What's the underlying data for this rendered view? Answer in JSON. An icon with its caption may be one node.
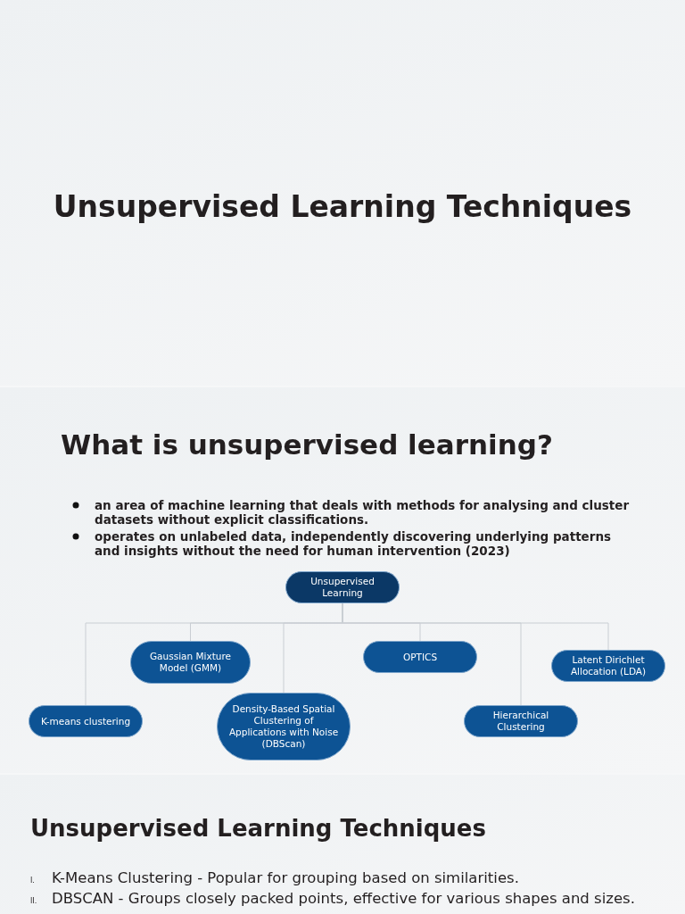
{
  "diagram": {
    "title": "Unsupervised Learning Techniques",
    "nodes": [
      {
        "text": [
          "Unsupervised Learning"
        ]
      },
      {
        "text": [
          "Gaussian Mixture Model (GMM)"
        ]
      },
      {
        "text": [
          "OPTICS"
        ]
      },
      {
        "text": [
          "Latent Dirichlet Allocation (LDA)"
        ]
      },
      {
        "text": [
          "K-means clustering"
        ]
      },
      {
        "text": [
          "Density-Based Spatial Clustering of Applications with Noise (DBScan)"
        ]
      },
      {
        "text": [
          "Hierarchical Clustering"
        ]
      }
    ],
    "edges": [
      {
        "from": 0,
        "to": 4,
        "arrow": "none"
      },
      {
        "from": 0,
        "to": 1,
        "arrow": "none"
      },
      {
        "from": 0,
        "to": 5,
        "arrow": "none"
      },
      {
        "from": 0,
        "to": 2,
        "arrow": "none"
      },
      {
        "from": 0,
        "to": 6,
        "arrow": "none"
      },
      {
        "from": 0,
        "to": 3,
        "arrow": "none"
      }
    ],
    "labels": [
      "What is unsupervised learning?",
      "an area of machine learning that deals with methods for analysing and cluster datasets without explicit classifications.",
      "operates on unlabeled data, independently discovering underlying patterns and insights without the need for human intervention (2023)",
      "Unsupervised Learning Techniques",
      "I.",
      "K-Means Clustering - Popular for grouping based on similarities.",
      "II.",
      "DBSCAN - Groups closely packed points, effective for various shapes and sizes."
    ]
  }
}
